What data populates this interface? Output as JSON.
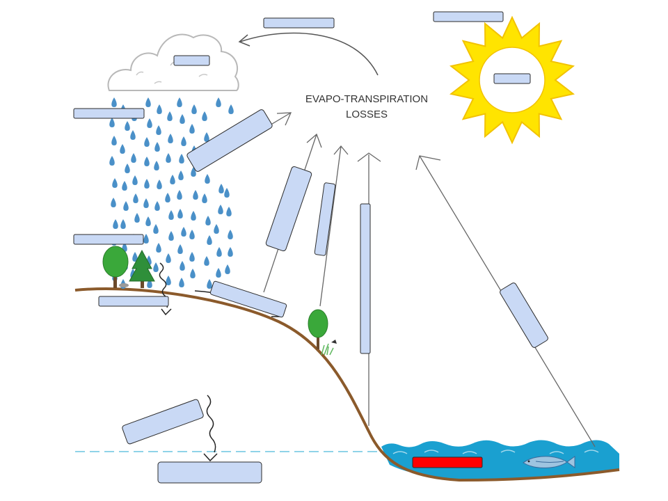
{
  "diagram": {
    "title_line1": "EVAPO-TRANSPIRATION",
    "title_line2": "LOSSES"
  },
  "colors": {
    "label_fill": "#c9d9f5",
    "label_stroke": "#2b2b2b",
    "highlight_label": "#ff0000",
    "water": "#1aa0d0",
    "ground": "#8b5a2b",
    "rain": "#4a90c8",
    "sun_outer": "#ffe400",
    "sun_edge": "#f2c200",
    "water_table_line": "#8fd3e8",
    "tree": "#3aa83a"
  },
  "labels": [
    {
      "id": "top-arrow-label",
      "fill": "blue"
    },
    {
      "id": "sun-top-label",
      "fill": "blue"
    },
    {
      "id": "cloud-label",
      "fill": "blue"
    },
    {
      "id": "sun-label",
      "fill": "blue"
    },
    {
      "id": "rain-label",
      "fill": "blue"
    },
    {
      "id": "evaporation-from-rain-label",
      "fill": "blue"
    },
    {
      "id": "evaporation-from-soil-label",
      "fill": "blue"
    },
    {
      "id": "transpiration-label",
      "fill": "blue"
    },
    {
      "id": "river-evaporation-label",
      "fill": "blue"
    },
    {
      "id": "water-surface-evaporation-label",
      "fill": "blue"
    },
    {
      "id": "vegetation-label",
      "fill": "blue"
    },
    {
      "id": "infiltration-label",
      "fill": "blue"
    },
    {
      "id": "runoff-label",
      "fill": "blue"
    },
    {
      "id": "percolation-label",
      "fill": "blue"
    },
    {
      "id": "groundwater-label",
      "fill": "blue"
    },
    {
      "id": "water-body-label",
      "fill": "red"
    }
  ]
}
